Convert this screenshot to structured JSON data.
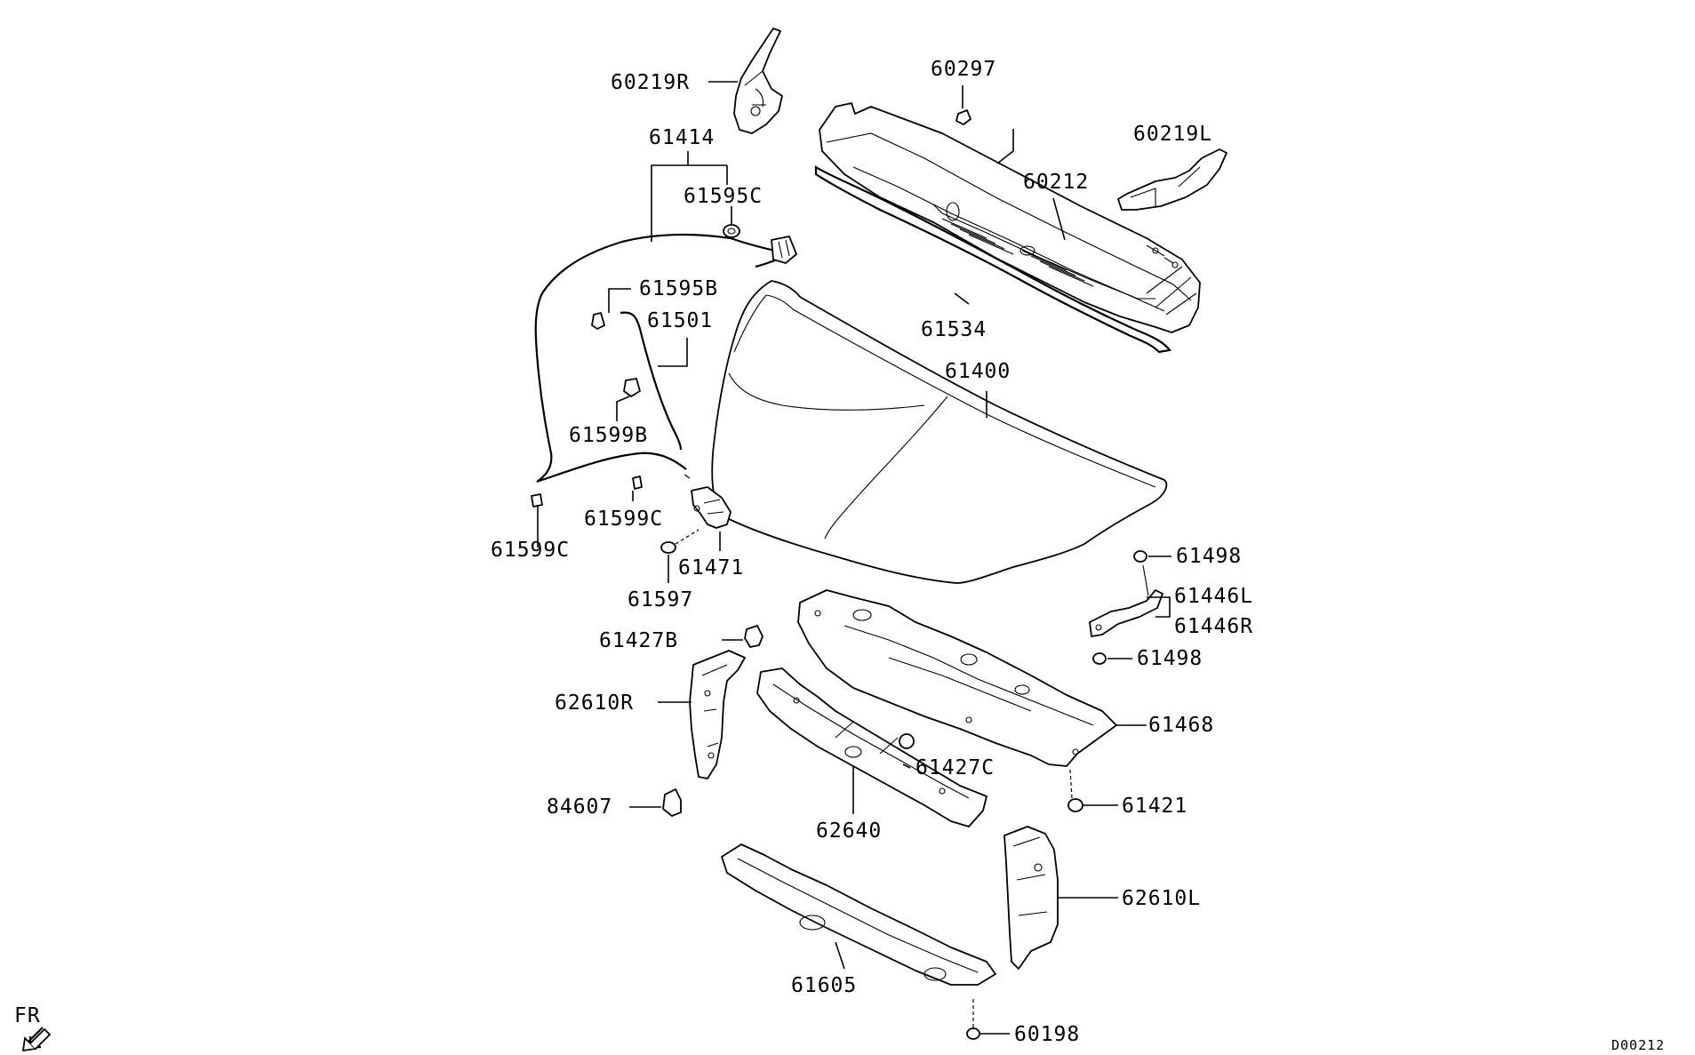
{
  "labels": {
    "p60219R": "60219R",
    "p60297": "60297",
    "p60219L": "60219L",
    "p61414": "61414",
    "p61595C": "61595C",
    "p60212": "60212",
    "p61595B": "61595B",
    "p61501": "61501",
    "p61534": "61534",
    "p61400": "61400",
    "p61599B": "61599B",
    "p61599C_a": "61599C",
    "p61599C_b": "61599C",
    "p61471": "61471",
    "p61597": "61597",
    "p61498_a": "61498",
    "p61446L": "61446L",
    "p61446R": "61446R",
    "p61498_b": "61498",
    "p61427B": "61427B",
    "p62610R": "62610R",
    "p61468": "61468",
    "p61427C": "61427C",
    "p84607": "84607",
    "p61421": "61421",
    "p62640": "62640",
    "p62610L": "62610L",
    "p61605": "61605",
    "p60198": "60198"
  },
  "direction_label": "FR",
  "diagram_code": "D00212"
}
